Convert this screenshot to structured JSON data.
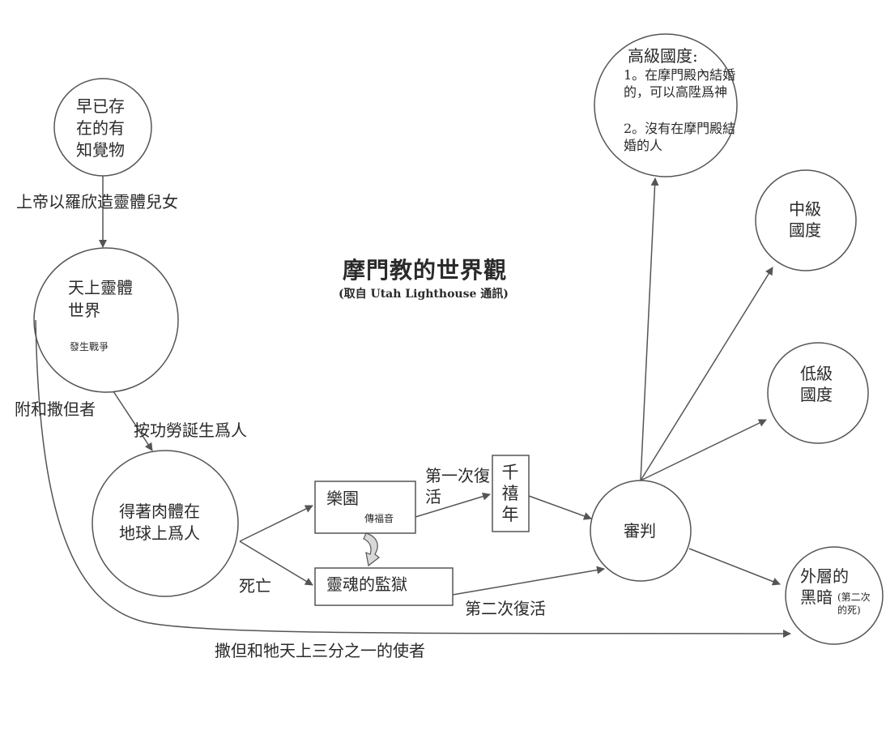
{
  "title": "摩門教的世界觀",
  "subtitle": "(取自 Utah Lighthouse 通訊)",
  "nodes": {
    "preexistence": {
      "lines": [
        "早已存",
        "在的有",
        "知覺物"
      ]
    },
    "spirit_world": {
      "lines": [
        "天上靈體",
        "世界"
      ],
      "note": "發生戰爭"
    },
    "earth_life": {
      "lines": [
        "得著肉體在",
        "地球上爲人"
      ]
    },
    "paradise": {
      "label": "樂園",
      "note": "傳福音"
    },
    "spirit_prison": {
      "label": "靈魂的監獄"
    },
    "millennium": {
      "label": "千禧年"
    },
    "judgment": {
      "label": "審判"
    },
    "celestial": {
      "heading": "高級國度:",
      "item1": "1。在摩門殿內結婚的，可以高陞爲神",
      "item2": "2。沒有在摩門殿結婚的人"
    },
    "terrestrial": {
      "lines": [
        "中級",
        "國度"
      ]
    },
    "telestial": {
      "lines": [
        "低級",
        "國度"
      ]
    },
    "outer_darkness": {
      "lines": [
        "外層的",
        "黑暗"
      ],
      "note": "(第二次的死)"
    }
  },
  "edges": {
    "created_spirit_children": "上帝以羅欣造靈體兒女",
    "born_by_merit": "按功勞誕生爲人",
    "followers_of_satan": "附和撒但者",
    "death": "死亡",
    "first_resurrection": "第一次復活",
    "second_resurrection": "第二次復活",
    "satan_third_angels": "撒但和牠天上三分之一的使者"
  },
  "colors": {
    "line": "#555555",
    "text": "#2a2a2a"
  }
}
